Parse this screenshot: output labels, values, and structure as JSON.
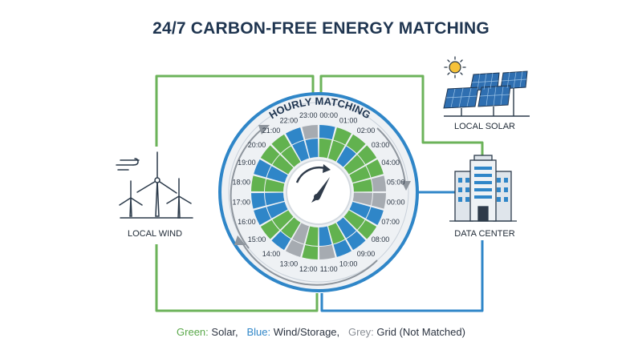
{
  "title": "24/7 CARBON-FREE ENERGY MATCHING",
  "center": {
    "label": "HOURLY MATCHING",
    "hours": [
      "00:00",
      "01:00",
      "02:00",
      "03:00",
      "04:00",
      "05:00",
      "00:00",
      "07:00",
      "08:00",
      "09:00",
      "10:00",
      "11:00",
      "12:00",
      "13:00",
      "14:00",
      "15:00",
      "16:00",
      "17:00",
      "18:00",
      "19:00",
      "20:00",
      "21:00",
      "22:00",
      "23:00"
    ]
  },
  "nodes": {
    "wind": "LOCAL WIND",
    "solar": "LOCAL SOLAR",
    "datacenter": "DATA CENTER"
  },
  "legend": {
    "green_key": "Green:",
    "green_text": "Solar,",
    "blue_key": "Blue:",
    "blue_text": "Wind/Storage,",
    "grey_key": "Grey:",
    "grey_text": "Grid (Not Matched)"
  },
  "segments": {
    "outer": [
      "blue",
      "green",
      "green",
      "green",
      "green",
      "grey",
      "grey",
      "blue",
      "green",
      "blue",
      "blue",
      "grey",
      "green",
      "grey",
      "blue",
      "green",
      "blue",
      "blue",
      "green",
      "blue",
      "green",
      "green",
      "blue",
      "grey"
    ],
    "inner": [
      "green",
      "green",
      "blue",
      "green",
      "green",
      "green",
      "grey",
      "blue",
      "green",
      "blue",
      "green",
      "blue",
      "green",
      "grey",
      "green",
      "green",
      "blue",
      "blue",
      "green",
      "blue",
      "green",
      "green",
      "blue",
      "blue"
    ]
  },
  "colors": {
    "green": "#62b24f",
    "blue": "#2f86c8",
    "grey": "#a6abb1",
    "green_line": "#6cb35a",
    "blue_line": "#2f86c8",
    "title": "#1f3550"
  }
}
